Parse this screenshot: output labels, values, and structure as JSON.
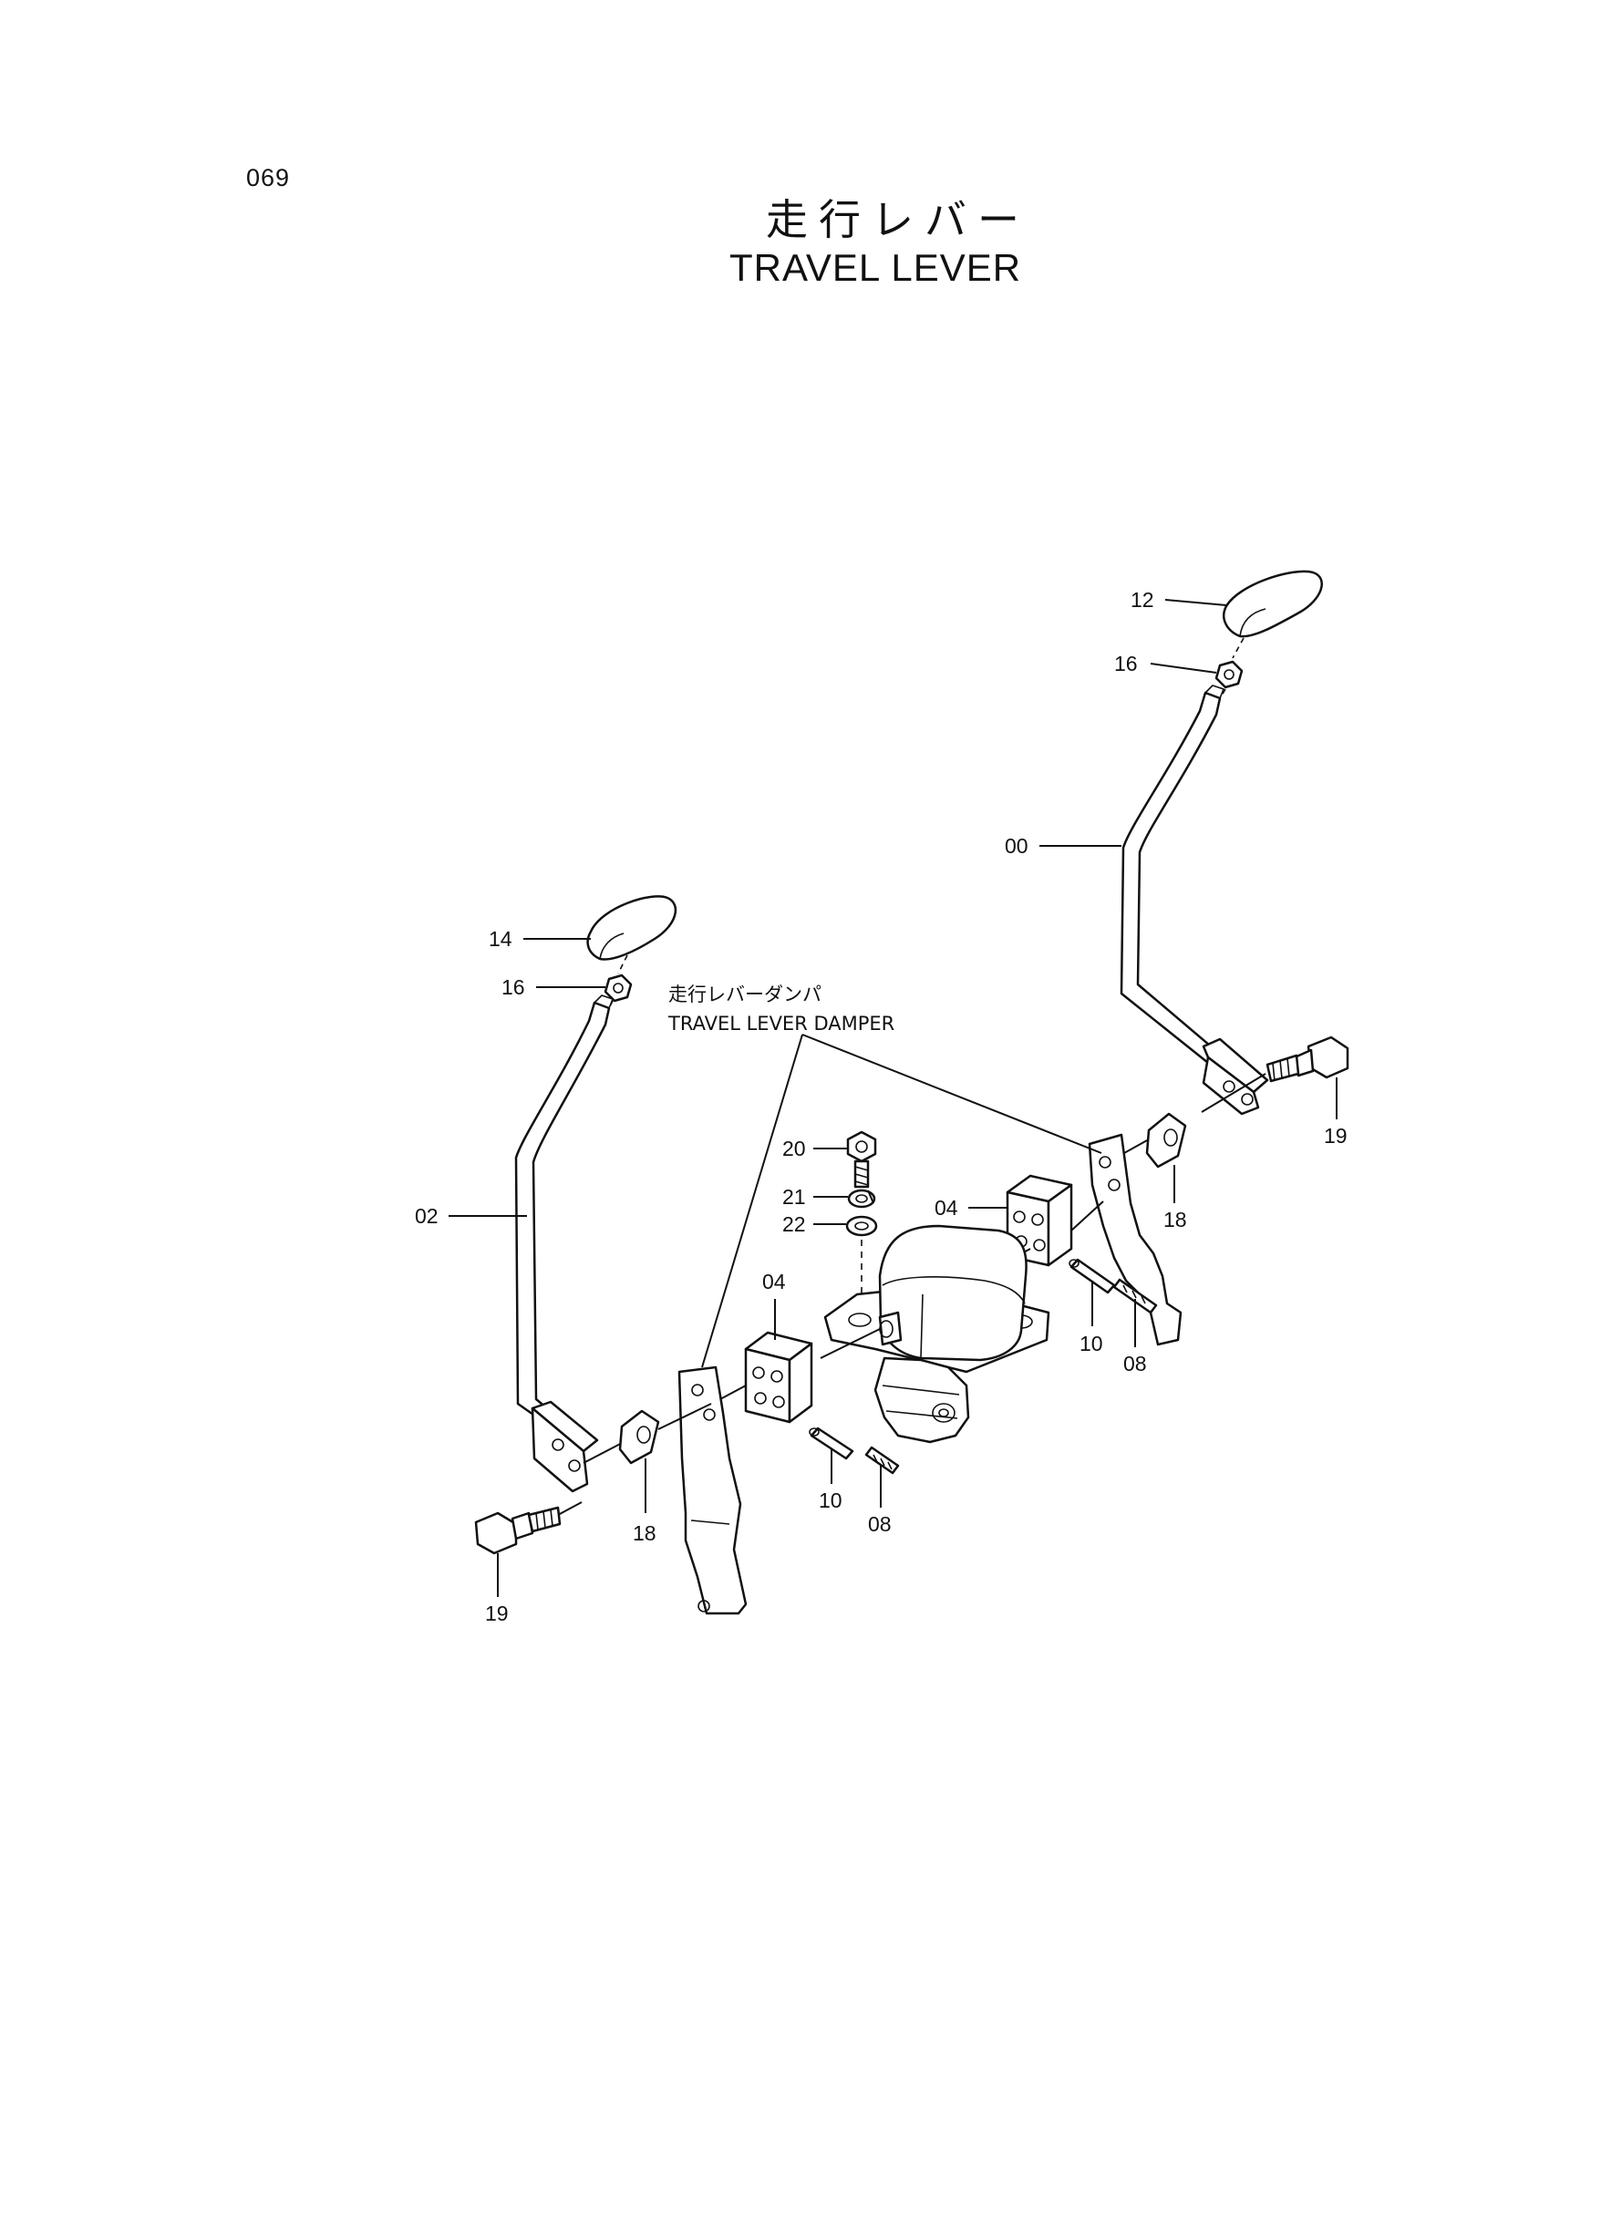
{
  "page_number": "069",
  "title_jp": "走行レバー",
  "title_en": "TRAVEL LEVER",
  "damper_note": {
    "jp": "走行レバーダンパ",
    "en": "TRAVEL LEVER DAMPER"
  },
  "callouts": {
    "c12": "12",
    "c16_right": "16",
    "c00": "00",
    "c19_right": "19",
    "c18_right": "18",
    "c04_right": "04",
    "c10_right": "10",
    "c08_right": "08",
    "c20": "20",
    "c21": "21",
    "c22": "22",
    "c14": "14",
    "c16_left": "16",
    "c02": "02",
    "c04_left": "04",
    "c18_left": "18",
    "c10_left": "10",
    "c08_left": "08",
    "c19_left": "19"
  }
}
